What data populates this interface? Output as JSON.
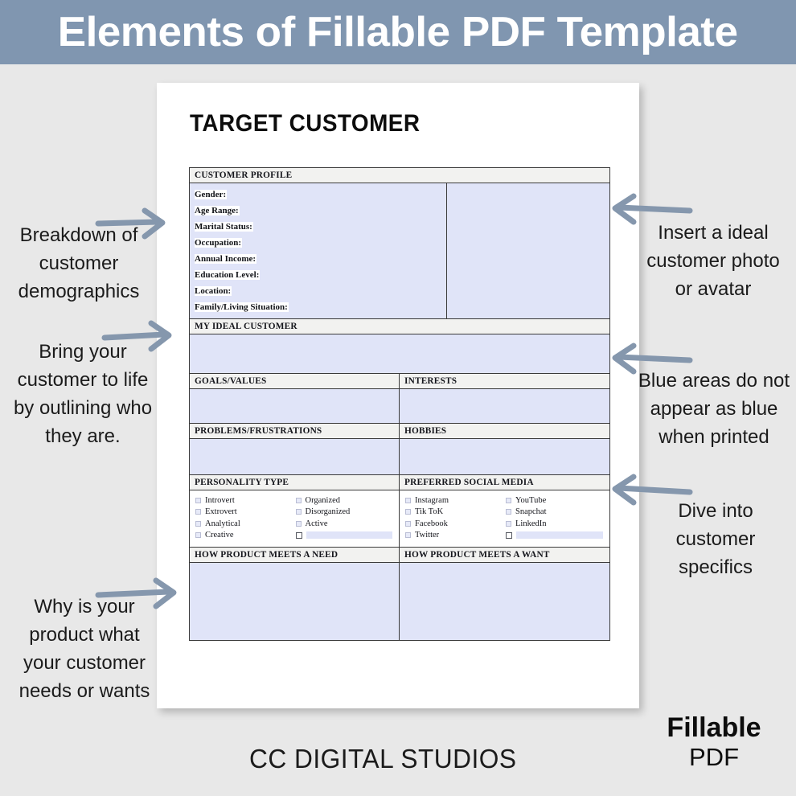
{
  "banner": {
    "title": "Elements of Fillable PDF Template",
    "bg_color": "#8096b0"
  },
  "document": {
    "title": "TARGET CUSTOMER",
    "blue_fill_color": "#e0e4f8",
    "header_fill_color": "#f2f2f0",
    "sections": {
      "customer_profile": {
        "heading": "CUSTOMER PROFILE",
        "fields": [
          "Gender:",
          "Age Range:",
          "Marital Status:",
          "Occupation:",
          "Annual Income:",
          "Education Level:",
          "Location:",
          "Family/Living Situation:"
        ]
      },
      "my_ideal_customer": {
        "heading": "MY IDEAL CUSTOMER"
      },
      "goals_values": {
        "heading": "GOALS/VALUES"
      },
      "interests": {
        "heading": "INTERESTS"
      },
      "problems_frustrations": {
        "heading": "PROBLEMS/FRUSTRATIONS"
      },
      "hobbies": {
        "heading": "HOBBIES"
      },
      "personality_type": {
        "heading": "PERSONALITY TYPE",
        "column_left": [
          "Introvert",
          "Extrovert",
          "Analytical",
          "Creative"
        ],
        "column_right": [
          "Organized",
          "Disorganized",
          "Active"
        ],
        "has_blank_write_in": true
      },
      "preferred_social_media": {
        "heading": "PREFERRED SOCIAL MEDIA",
        "column_left": [
          "Instagram",
          "Tik ToK",
          "Facebook",
          "Twitter"
        ],
        "column_right": [
          "YouTube",
          "Snapchat",
          "LinkedIn"
        ],
        "has_blank_write_in": true
      },
      "how_product_meets_a_need": {
        "heading": "HOW PRODUCT MEETS A NEED"
      },
      "how_product_meets_a_want": {
        "heading": "HOW PRODUCT MEETS A WANT"
      }
    }
  },
  "annotations": {
    "left": [
      {
        "id": "demographics",
        "text": "Breakdown of customer demographics"
      },
      {
        "id": "bring-to-life",
        "text": "Bring your customer to life by outlining who they are."
      },
      {
        "id": "why-product",
        "text": "Why is your product what your customer needs or wants"
      }
    ],
    "right": [
      {
        "id": "insert-photo",
        "text": "Insert a ideal customer photo or avatar"
      },
      {
        "id": "blue-areas",
        "text": "Blue areas do not appear as blue when printed"
      },
      {
        "id": "dive-specifics",
        "text": "Dive into customer specifics"
      }
    ],
    "arrow_color": "#8597ad"
  },
  "footer": {
    "brand": "CC DIGITAL STUDIOS",
    "badge_line1": "Fillable",
    "badge_line2": "PDF"
  }
}
